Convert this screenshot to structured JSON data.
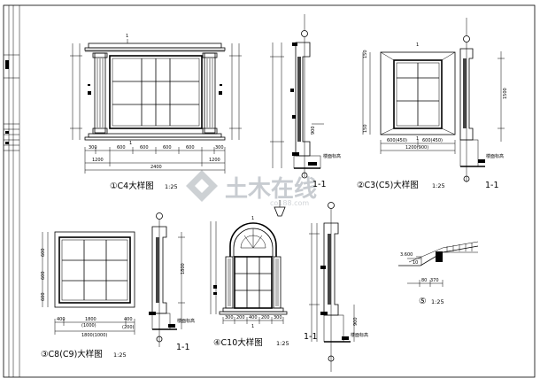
{
  "drawing": {
    "titles": {
      "c4": "①C4大样图",
      "c3": "②C3(C5)大样图",
      "c8": "③C8(C9)大样图",
      "c10": "④C10大样图",
      "detail5": "⑤"
    },
    "scale": "1:25",
    "section_mark": "1-1",
    "watermark": {
      "main": "土木在线",
      "sub": "co188.com"
    },
    "c4_dims": {
      "d1": "1200",
      "d2": "2400",
      "d3": "1200",
      "s1": "300",
      "s2": "600",
      "s3": "600",
      "s4": "600",
      "s5": "600",
      "s6": "300"
    },
    "c3_dims": {
      "total": "1200(900)",
      "left": "600(450)",
      "right": "600(450)"
    },
    "c8_dims": {
      "d1": "400",
      "d2": "1800",
      "d3": "400",
      "sub": "(1000)",
      "sub2": "(200)",
      "total": "1800(1000)"
    },
    "c10_dims": {
      "d1": "300",
      "d2": "200",
      "d3": "400",
      "d4": "200",
      "d5": "300"
    },
    "detail5_dims": {
      "a": "3.600",
      "b": "10",
      "c": "80",
      "d": "370"
    }
  }
}
